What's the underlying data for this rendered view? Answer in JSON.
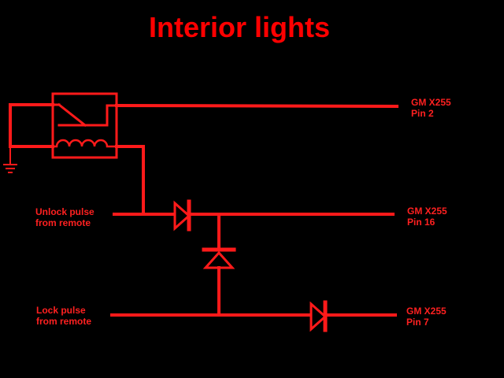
{
  "title": "Interior lights",
  "colors": {
    "background": "#000000",
    "wire": "#ff1a1a",
    "text": "#ff2020"
  },
  "labels": {
    "pin2": {
      "line1": "GM X255",
      "line2": "Pin 2"
    },
    "pin16": {
      "line1": "GM X255",
      "line2": "Pin 16"
    },
    "pin7": {
      "line1": "GM X255",
      "line2": "Pin 7"
    },
    "unlock": {
      "line1": "Unlock pulse",
      "line2": "from remote"
    },
    "lock": {
      "line1": "Lock pulse",
      "line2": "from remote"
    }
  },
  "components": [
    "relay",
    "ground-symbol",
    "diode-unlock",
    "diode-bridge",
    "diode-lock"
  ]
}
